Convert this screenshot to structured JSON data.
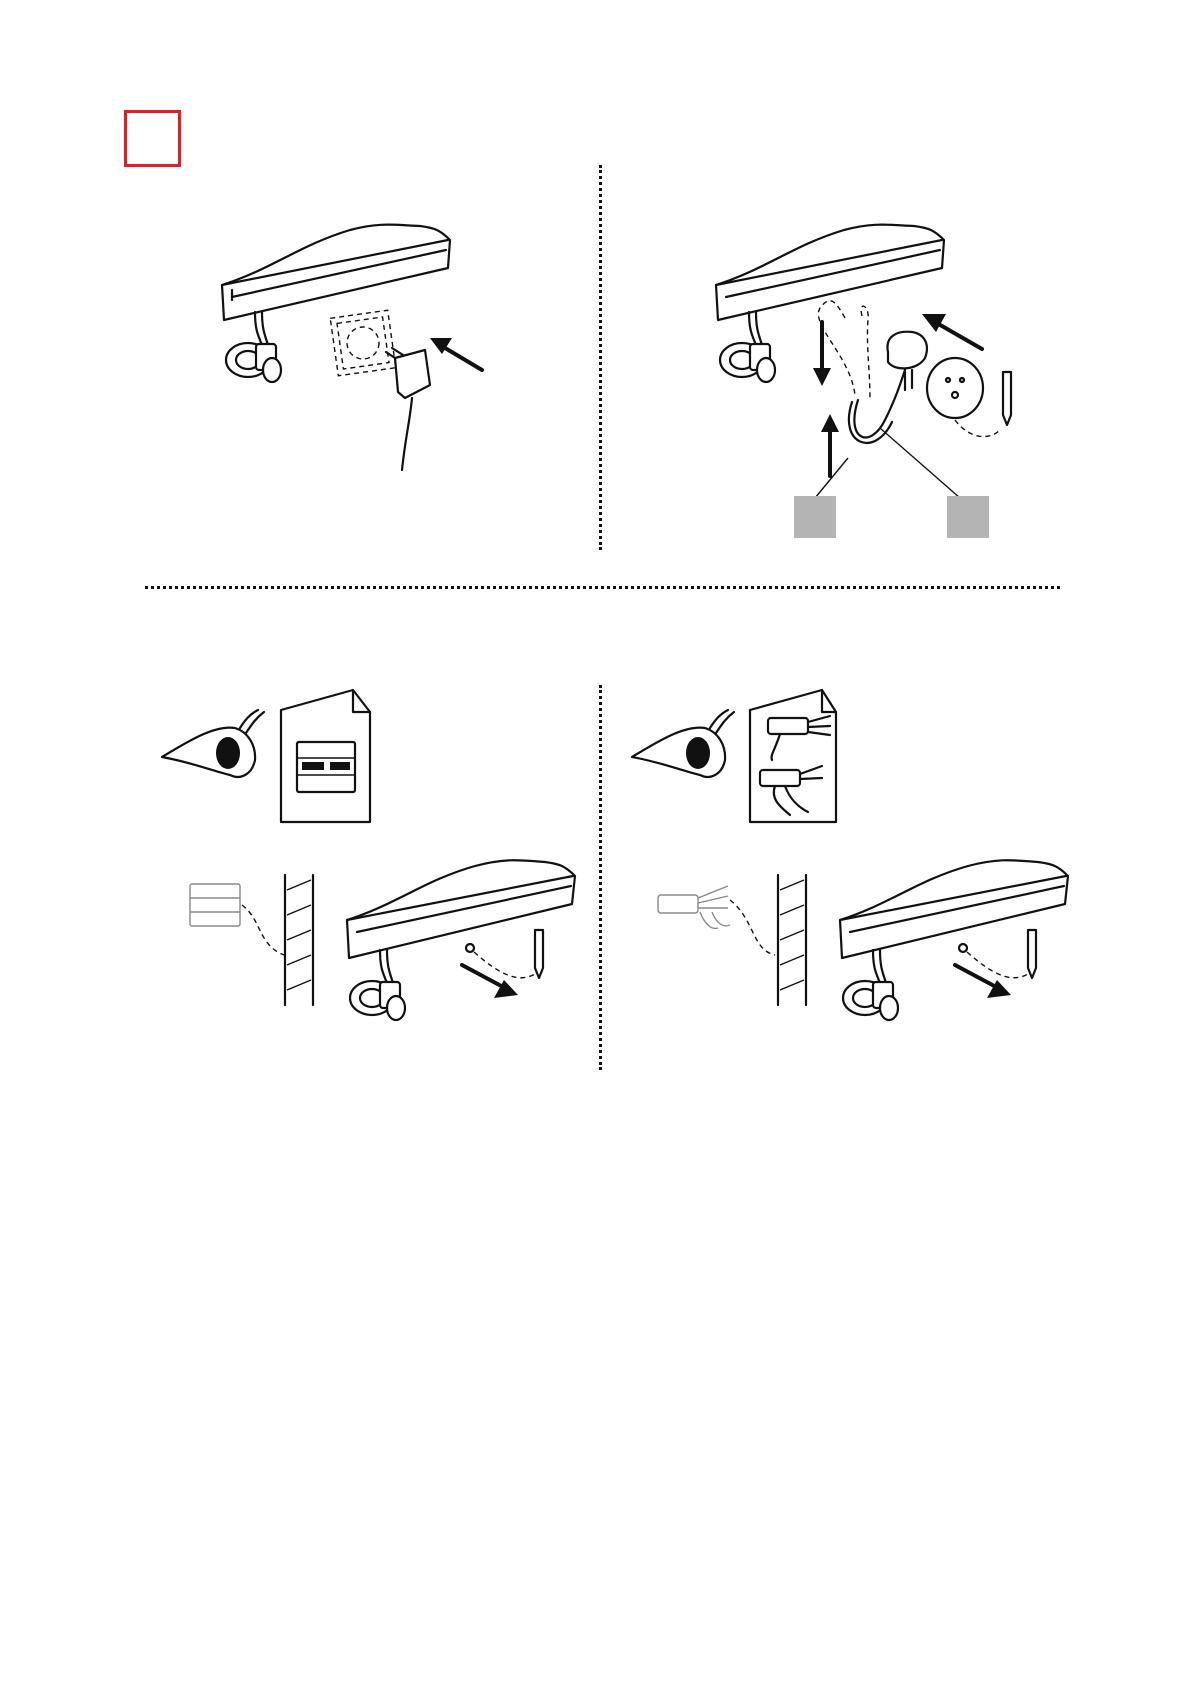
{
  "page": {
    "background": "#ffffff",
    "ink_color": "#111111"
  },
  "step_marker": {
    "shape": "empty-square",
    "color": "#e02020"
  },
  "callouts": {
    "color": "#b4b4b4",
    "count": 2
  },
  "panels": [
    {
      "id": "top-left",
      "icons": [
        "countertop-icon",
        "angle-valve-icon",
        "wall-socket-icon",
        "power-adapter-icon",
        "insert-arrow-icon"
      ]
    },
    {
      "id": "top-right",
      "icons": [
        "countertop-icon",
        "angle-valve-icon",
        "junction-box-icon",
        "sensor-cap-icon",
        "mounting-plate-icon",
        "pencil-icon",
        "down-arrow-icon",
        "up-arrow-icon",
        "insert-arrow-icon"
      ]
    },
    {
      "id": "bottom-left",
      "icons": [
        "eye-icon",
        "booklet-icon",
        "din-rail-module-icon",
        "wall-section-icon",
        "countertop-icon",
        "angle-valve-icon",
        "pencil-icon",
        "direction-arrow-icon"
      ]
    },
    {
      "id": "bottom-right",
      "icons": [
        "eye-icon",
        "booklet-icon",
        "cable-control-unit-icon",
        "wall-section-icon",
        "countertop-icon",
        "angle-valve-icon",
        "pencil-icon",
        "direction-arrow-icon"
      ]
    }
  ]
}
